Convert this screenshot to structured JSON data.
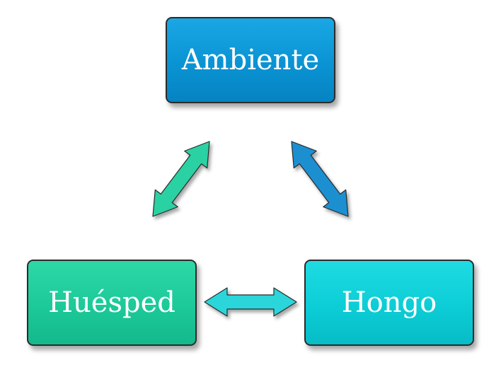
{
  "nodes": {
    "ambiente": {
      "label": "Ambiente",
      "color": "#0a93d3"
    },
    "huesped": {
      "label": "Huésped",
      "color": "#1cc999"
    },
    "hongo": {
      "label": "Hongo",
      "color": "#0ccdd6"
    }
  },
  "edges": [
    {
      "from": "huesped",
      "to": "ambiente",
      "color": "#2ad1a2",
      "direction": "bidirectional"
    },
    {
      "from": "ambiente",
      "to": "hongo",
      "color": "#1b8fd1",
      "direction": "bidirectional"
    },
    {
      "from": "huesped",
      "to": "hongo",
      "color": "#2ad6da",
      "direction": "bidirectional"
    }
  ]
}
